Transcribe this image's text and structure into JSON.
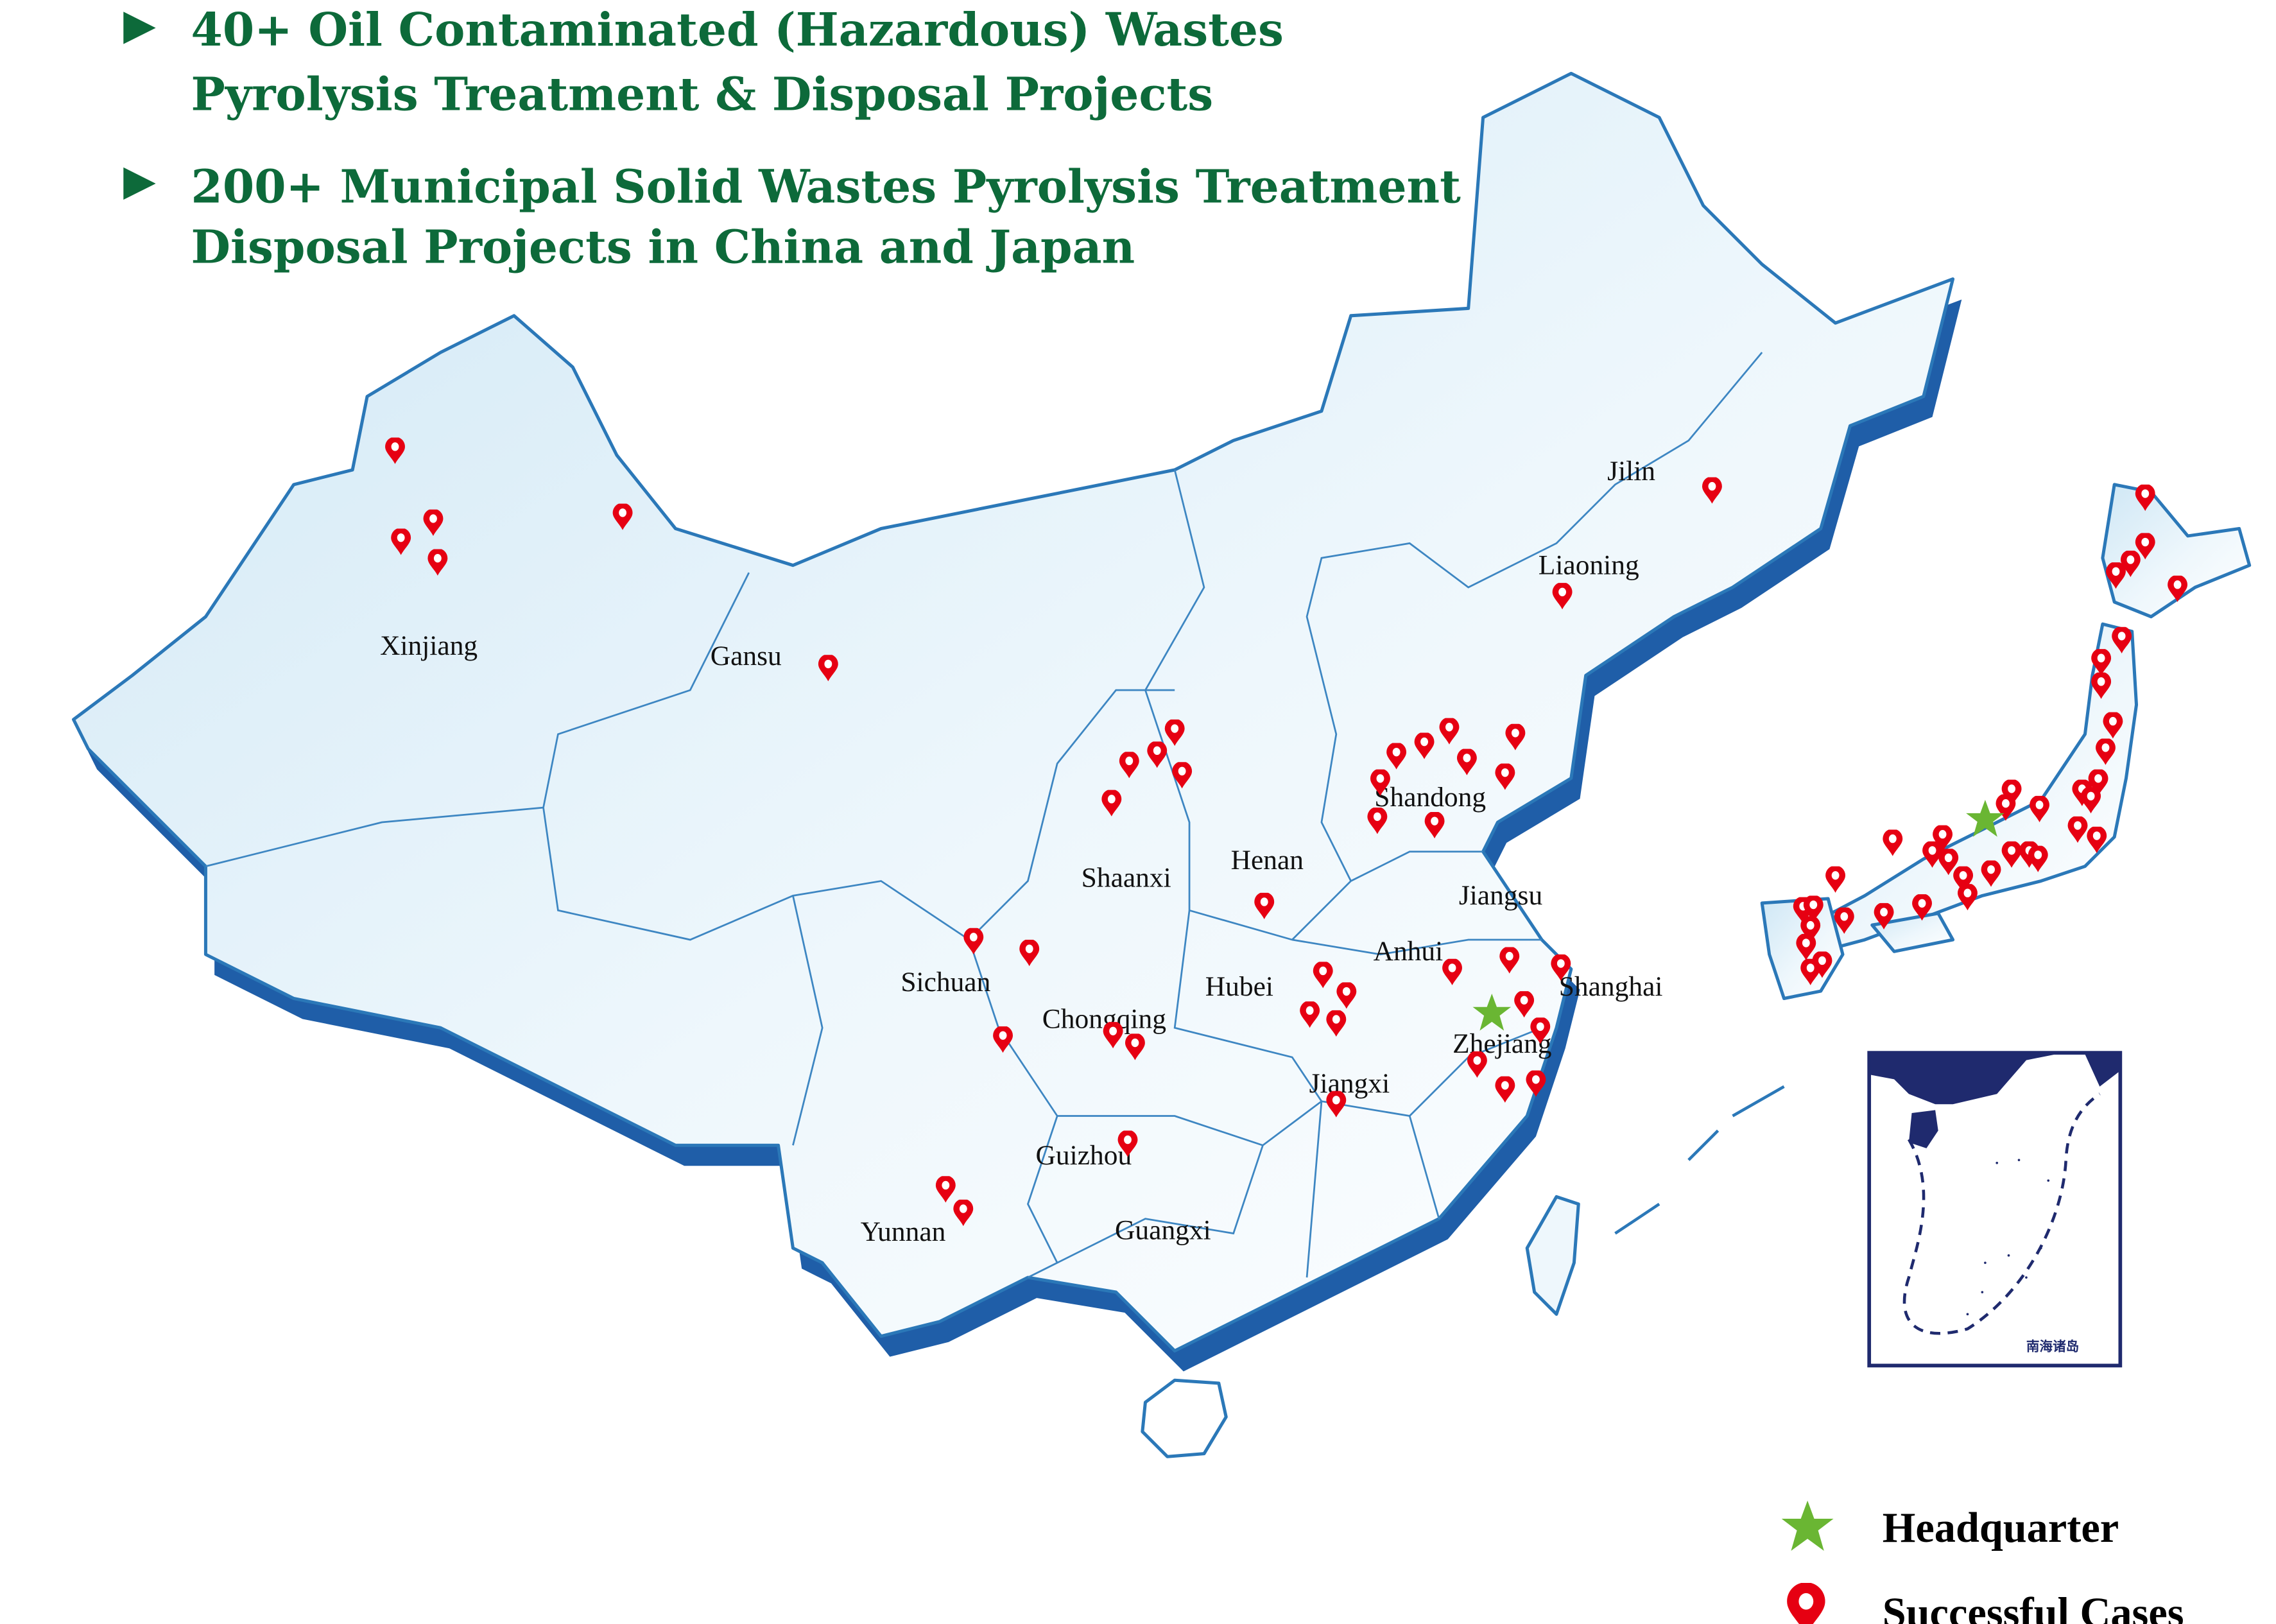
{
  "header": {
    "bullets": [
      {
        "line1": "40+ Oil Contaminated (Hazardous) Wastes",
        "line2": "Pyrolysis Treatment & Disposal Projects"
      },
      {
        "line1": "200+ Municipal Solid Wastes Pyrolysis Treatment &",
        "line2": "Disposal Projects in China and Japan"
      }
    ]
  },
  "provinces": {
    "xinjiang": "Xinjiang",
    "gansu": "Gansu",
    "jilin": "Jilin",
    "liaoning": "Liaoning",
    "shandong": "Shandong",
    "shaanxi": "Shaanxi",
    "henan": "Henan",
    "jiangsu": "Jiangsu",
    "sichuan": "Sichuan",
    "anhui": "Anhui",
    "shanghai": "Shanghai",
    "hubei": "Hubei",
    "chongqing": "Chongqing",
    "zhejiang": "Zhejiang",
    "jiangxi": "Jiangxi",
    "guizhou": "Guizhou",
    "yunnan": "Yunnan",
    "guangxi": "Guangxi"
  },
  "inset": {
    "title": "南海诸岛"
  },
  "legend": {
    "headquarter": "Headquarter",
    "successful_cases": "Successful Cases"
  },
  "colors": {
    "header_green": "#0d6a3a",
    "pin_red": "#e60012",
    "star_green": "#6ab633",
    "inset_navy": "#1f2a6e",
    "land_stroke": "#2b78b8"
  },
  "counts": {
    "headquarters": 2,
    "case_pins_shown": 82
  }
}
